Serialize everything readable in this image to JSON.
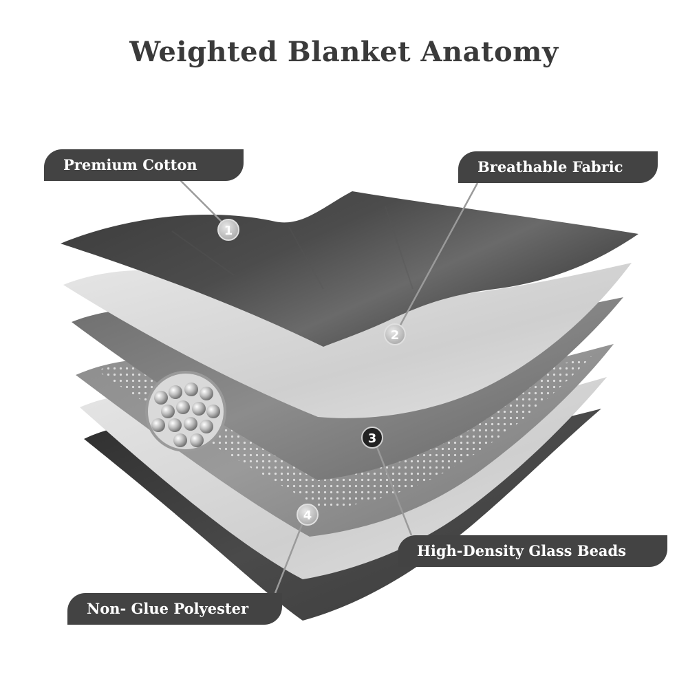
{
  "title": "Weighted Blanket Anatomy",
  "layers": [
    {
      "number": "1",
      "label": "Premium Cotton"
    },
    {
      "number": "2",
      "label": "Breathable Fabric"
    },
    {
      "number": "3",
      "label": "High-Density Glass Beads"
    },
    {
      "number": "4",
      "label": "Non- Glue Polyester"
    }
  ],
  "colors": {
    "title": "#3a3a3a",
    "tag_background": "#434343",
    "tag_text": "#ffffff",
    "layer_dark": "#3d3d3d",
    "layer_light": "#d8d8d8",
    "layer_mid": "#7c7c7c"
  }
}
